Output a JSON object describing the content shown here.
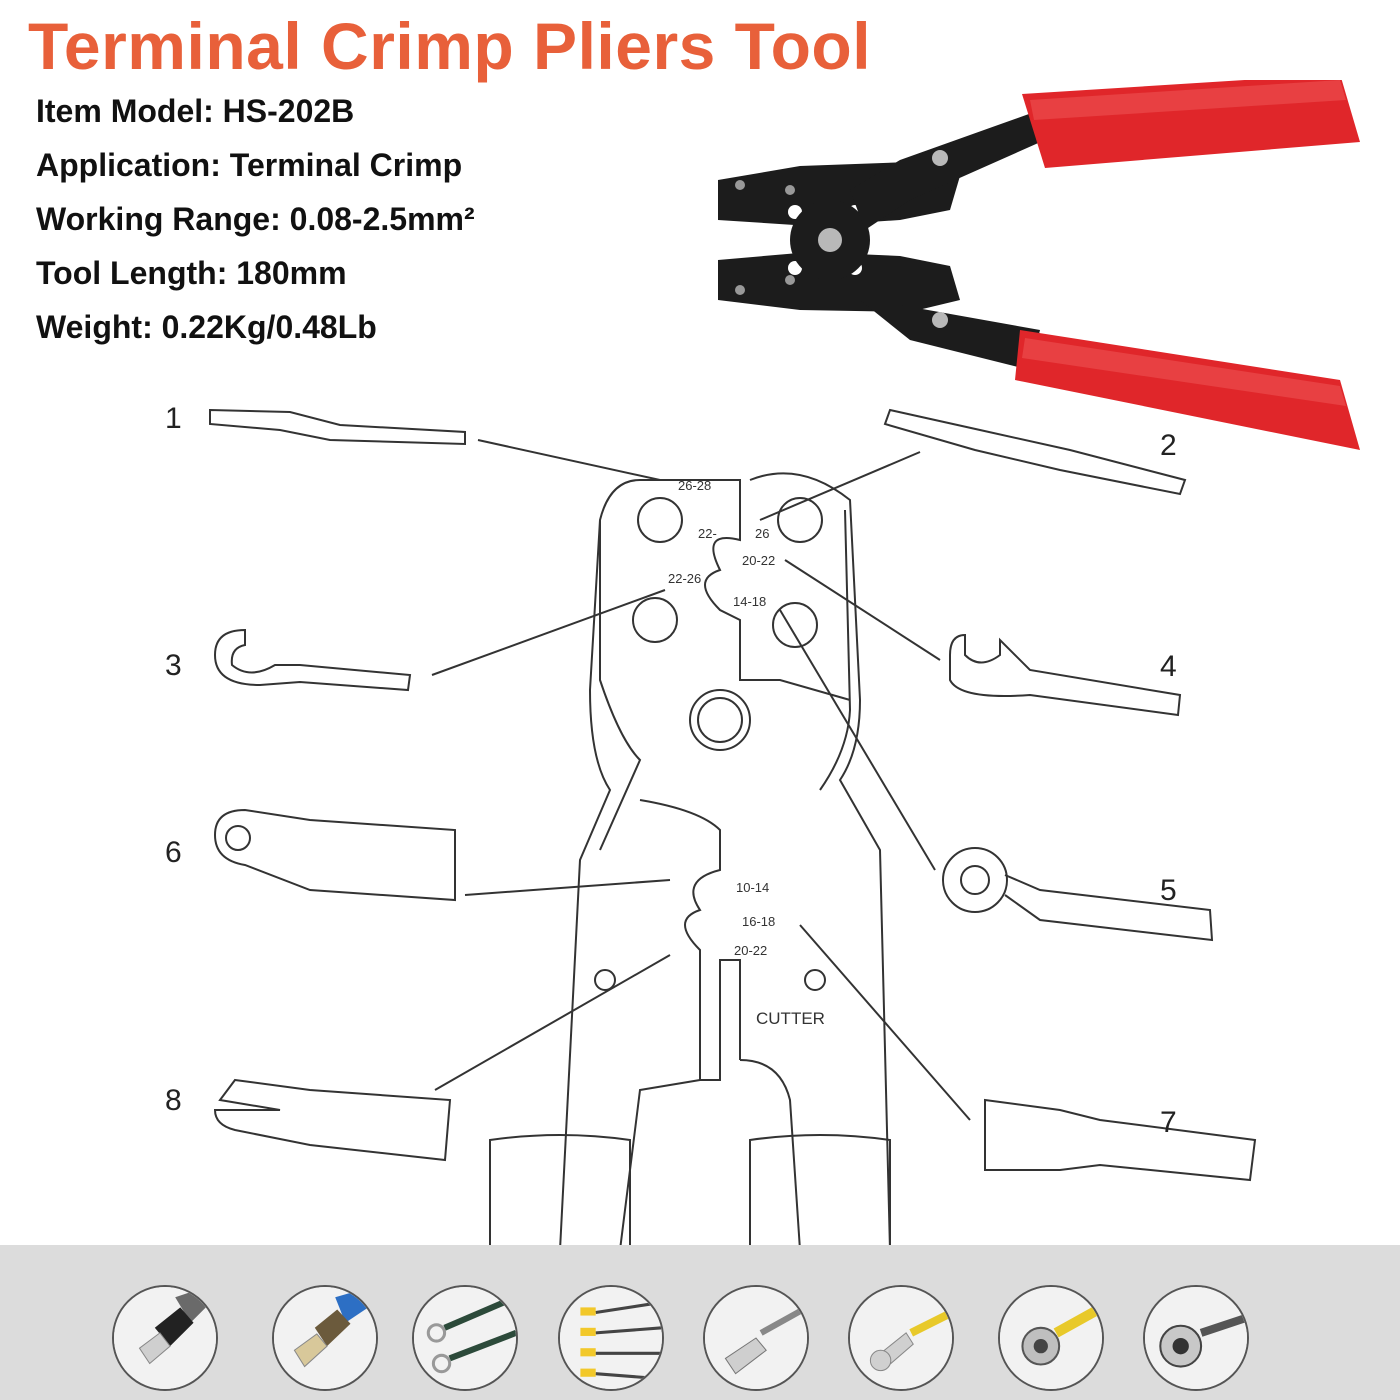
{
  "header": {
    "title": "Terminal Crimp Pliers Tool"
  },
  "specs": [
    "Item Model: HS-202B",
    "Application: Terminal Crimp",
    "Working Range: 0.08-2.5mm²",
    "Tool Length: 180mm",
    "Weight: 0.22Kg/0.48Lb"
  ],
  "colors": {
    "title": "#e8603a",
    "handle": "#e0262a",
    "jaw": "#1c1c1c",
    "strip": "#dcdcdc"
  },
  "diagram": {
    "callouts": [
      "1",
      "2",
      "3",
      "4",
      "5",
      "6",
      "7",
      "8"
    ],
    "gauges": [
      "26-28",
      "22-",
      "26",
      "20-22",
      "22-26",
      "14-18",
      "10-14",
      "16-18",
      "20-22"
    ],
    "cutter_label": "CUTTER"
  },
  "thumbnails": [
    {
      "icon": "ferrule-terminal-icon"
    },
    {
      "icon": "blue-ferrule-wire-icon"
    },
    {
      "icon": "ring-terminal-wires-icon"
    },
    {
      "icon": "yellow-spade-terminals-icon"
    },
    {
      "icon": "female-spade-connector-icon"
    },
    {
      "icon": "ring-lug-icon"
    },
    {
      "icon": "coax-connector-icon"
    },
    {
      "icon": "bnc-connector-icon"
    }
  ]
}
